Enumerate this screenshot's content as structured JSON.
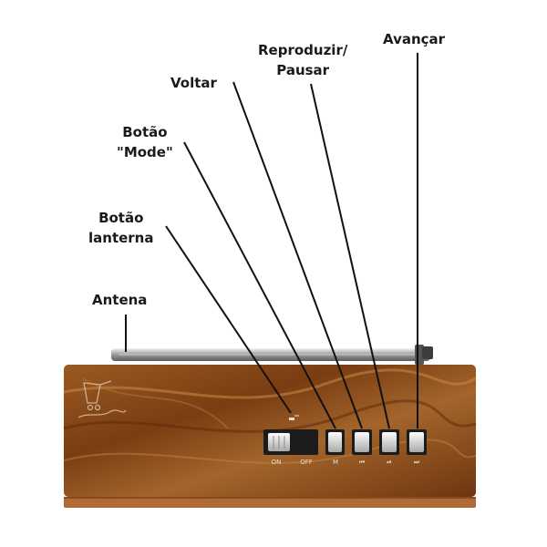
{
  "labels": {
    "avancar": "Avançar",
    "reproduzir_l1": "Reproduzir/",
    "reproduzir_l2": "Pausar",
    "voltar": "Voltar",
    "mode_l1": "Botão",
    "mode_l2": "\"Mode\"",
    "lanterna_l1": "Botão",
    "lanterna_l2": "lanterna",
    "antena": "Antena"
  },
  "device": {
    "switch_on": "ON",
    "switch_off": "OFF",
    "mode_button": "M",
    "prev_icon": "⏮",
    "play_pause_icon": "⏯",
    "next_icon": "⏭",
    "wood_color": "#8a4a1a",
    "base_color": "#b06a35"
  }
}
